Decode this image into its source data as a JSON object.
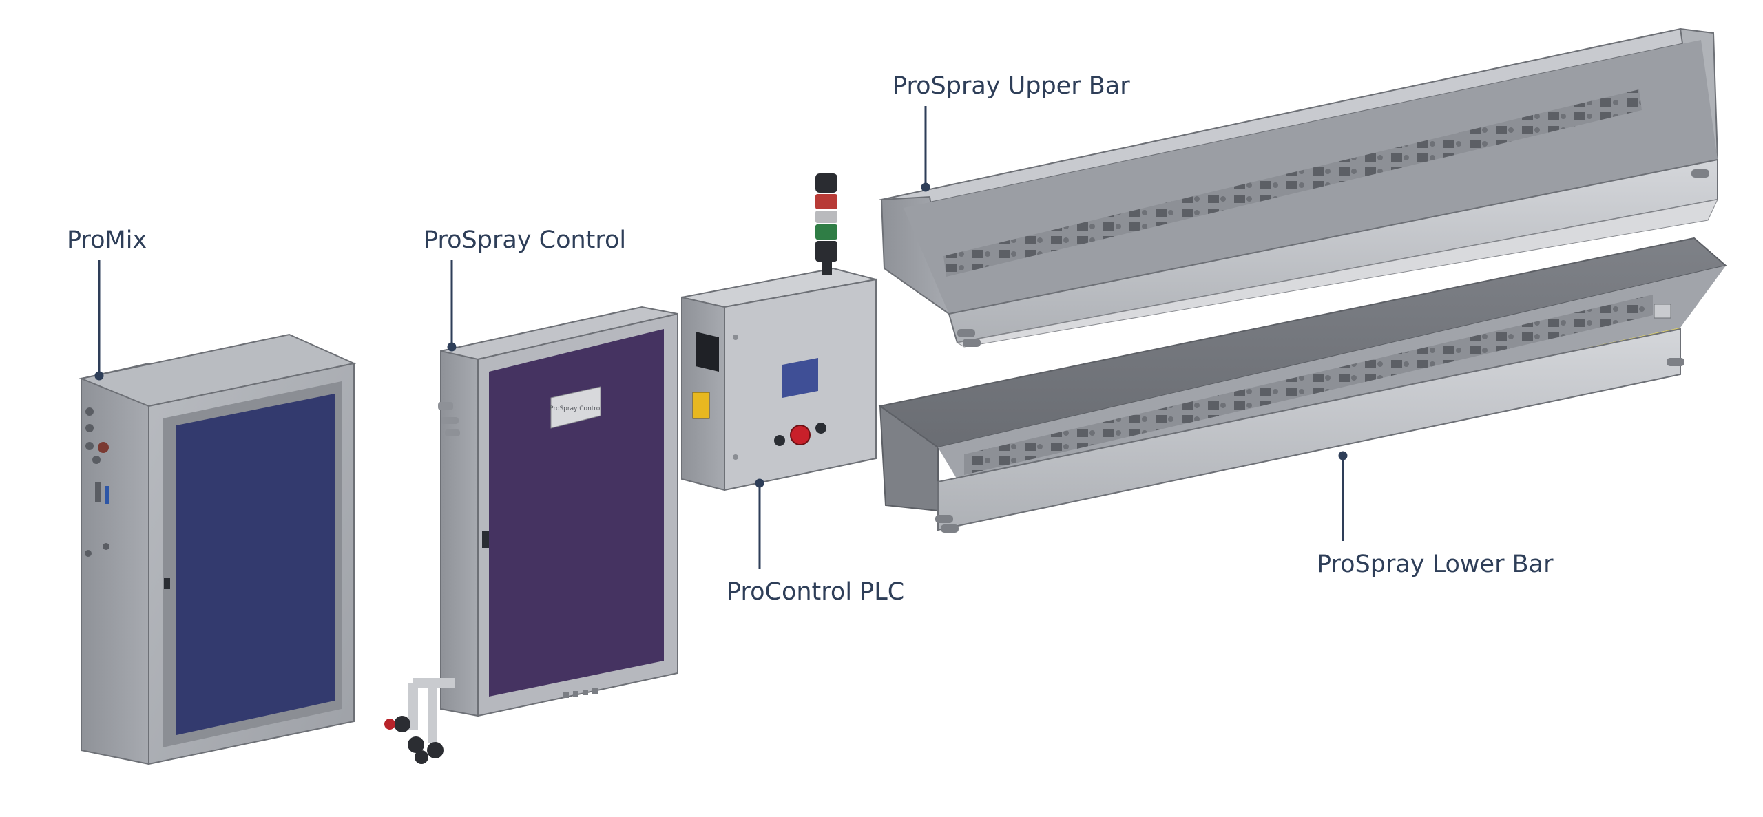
{
  "labels": {
    "promix": "ProMix",
    "prospray_control": "ProSpray Control",
    "procontrol_plc": "ProControl PLC",
    "prospray_upper_bar": "ProSpray Upper Bar",
    "prospray_lower_bar": "ProSpray Lower Bar"
  },
  "panel_label_text": "ProSpray Control",
  "colors": {
    "label_text": "#2e3e58",
    "leader_line": "#2e3e58",
    "cabinet_grey": "#a4a7ad",
    "promix_window": "#333a6e",
    "prospray_window": "#453361",
    "plc_screen": "#3f4f96",
    "estop_red": "#c8202a",
    "switch_yellow": "#e8b820",
    "beacon_red": "#b83a36",
    "beacon_green": "#2f7d45"
  }
}
